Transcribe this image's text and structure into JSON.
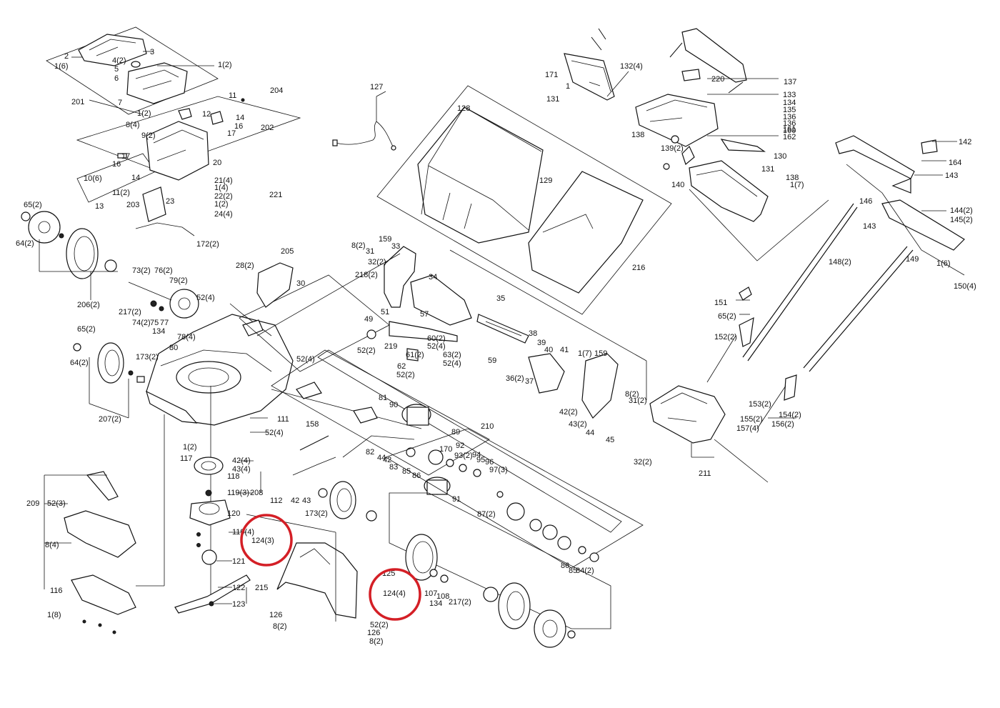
{
  "labels": {
    "l_201": "201",
    "l_2": "2",
    "l_3": "3",
    "l_1_2a": "1(2)",
    "l_4": "4(2)",
    "l_16": "1(6)",
    "l_5": "5",
    "l_6": "6",
    "l_7": "7",
    "l_1_2b": "1(2)",
    "l_8_4": "8(4)",
    "l_9": "9(2)",
    "l_204": "204",
    "l_202": "202",
    "l_11": "11",
    "l_12": "12",
    "l_14": "14",
    "l_16b": "16",
    "l_17": "17",
    "l_20": "20",
    "l_21": "21(4)",
    "l_1_4": "1(4)",
    "l_22": "22(2)",
    "l_1_2c": "1(2)",
    "l_24": "24(4)",
    "l_10": "10(6)",
    "l_11b": "11(2)",
    "l_13": "13",
    "l_203": "203",
    "l_23": "23",
    "l_17b": "17",
    "l_16c": "16",
    "l_14b": "14",
    "l_221": "221",
    "l_172": "172(2)",
    "l_205": "205",
    "l_28": "28(2)",
    "l_65a": "65(2)",
    "l_64a": "64(2)",
    "l_206": "206(2)",
    "l_73": "73(2)",
    "l_76": "76(2)",
    "l_79": "79(2)",
    "l_217a": "217(2)",
    "l_74": "74(2)",
    "l_75": "75",
    "l_77": "77",
    "l_134a": "134",
    "l_78": "78(4)",
    "l_52a": "52(4)",
    "l_80": "80",
    "l_30": "30",
    "l_65b": "65(2)",
    "l_64b": "64(2)",
    "l_207": "207(2)",
    "l_173a": "173(2)",
    "l_127": "127",
    "l_128": "128",
    "l_129": "129",
    "l_216": "216",
    "l_159a": "159",
    "l_33": "33",
    "l_8a": "8(2)",
    "l_31": "31",
    "l_32a": "32(2)",
    "l_218": "218(2)",
    "l_34": "34",
    "l_35": "35",
    "l_49": "49",
    "l_51": "51",
    "l_57": "57",
    "l_52b": "52(2)",
    "l_219": "219",
    "l_60": "60(2)",
    "l_52c": "52(4)",
    "l_63": "63(2)",
    "l_61": "61(2)",
    "l_62": "62",
    "l_52d": "52(2)",
    "l_52e": "52(4)",
    "l_59": "59",
    "l_38": "38",
    "l_39": "39",
    "l_40": "40",
    "l_41": "41",
    "l_17c": "1(7)",
    "l_159b": "159",
    "l_36": "36(2)",
    "l_37": "37",
    "l_42a": "42(2)",
    "l_43a": "43(2)",
    "l_44": "44",
    "l_45": "45",
    "l_8b": "8(2)",
    "l_31b": "31(2)",
    "l_32b": "32(2)",
    "l_211": "211",
    "l_171": "171",
    "l_1a": "1",
    "l_131a": "131",
    "l_132": "132(4)",
    "l_220": "220",
    "l_137": "137",
    "l_133": "133",
    "l_134b": "134",
    "l_135": "135",
    "l_136": "136",
    "l_136b": "136",
    "l_160": "160",
    "l_161": "161",
    "l_162": "162",
    "l_138a": "138",
    "l_139": "139(2)",
    "l_130": "130",
    "l_131b": "131",
    "l_140": "140",
    "l_138b": "138",
    "l_1_7": "1(7)",
    "l_142": "142",
    "l_164": "164",
    "l_143a": "143",
    "l_146": "146",
    "l_144": "144(2)",
    "l_145": "145(2)",
    "l_143b": "143",
    "l_148": "148(2)",
    "l_149": "149",
    "l_16d": "1(6)",
    "l_150": "150(4)",
    "l_151": "151",
    "l_65c": "65(2)",
    "l_152": "152(2)",
    "l_153": "153(2)",
    "l_154": "154(2)",
    "l_155": "155(2)",
    "l_156": "156(2)",
    "l_157": "157(4)",
    "l_52f": "52(4)",
    "l_111": "111",
    "l_52g": "52(4)",
    "l_158": "158",
    "l_81": "81",
    "l_90": "90",
    "l_89": "89",
    "l_210": "210",
    "l_82": "82",
    "l_44b": "44",
    "l_42b": "42",
    "l_83": "83",
    "l_85": "85",
    "l_86": "86",
    "l_170": "170",
    "l_92": "92",
    "l_93": "93(2)",
    "l_94": "94",
    "l_95": "95",
    "l_96": "96",
    "l_97": "97(3)",
    "l_91": "91",
    "l_87": "87(2)",
    "l_1_2d": "1(2)",
    "l_117": "117",
    "l_42c": "42(4)",
    "l_43b": "43(4)",
    "l_118": "118",
    "l_119a": "119(3)",
    "l_208": "208",
    "l_112": "112",
    "l_42d": "42",
    "l_43c": "43",
    "l_173b": "173(2)",
    "l_120": "120",
    "l_119b": "119(4)",
    "l_124a": "124(3)",
    "l_121": "121",
    "l_122": "122",
    "l_215": "215",
    "l_123": "123",
    "l_209": "209",
    "l_52h": "52(3)",
    "l_8c": "8(4)",
    "l_116": "116",
    "l_18": "1(8)",
    "l_126a": "126",
    "l_8d": "8(2)",
    "l_125": "125",
    "l_124b": "124(4)",
    "l_107": "107",
    "l_108": "108",
    "l_134c": "134",
    "l_217b": "217(2)",
    "l_52i": "52(2)",
    "l_126b": "126",
    "l_8e": "8(2)",
    "l_86b": "86",
    "l_85b": "85",
    "l_84": "84(2)"
  },
  "highlights": [
    "124(3)",
    "124(4)"
  ],
  "colors": {
    "line": "#111111",
    "highlight": "#d41f26",
    "background": "#ffffff"
  }
}
